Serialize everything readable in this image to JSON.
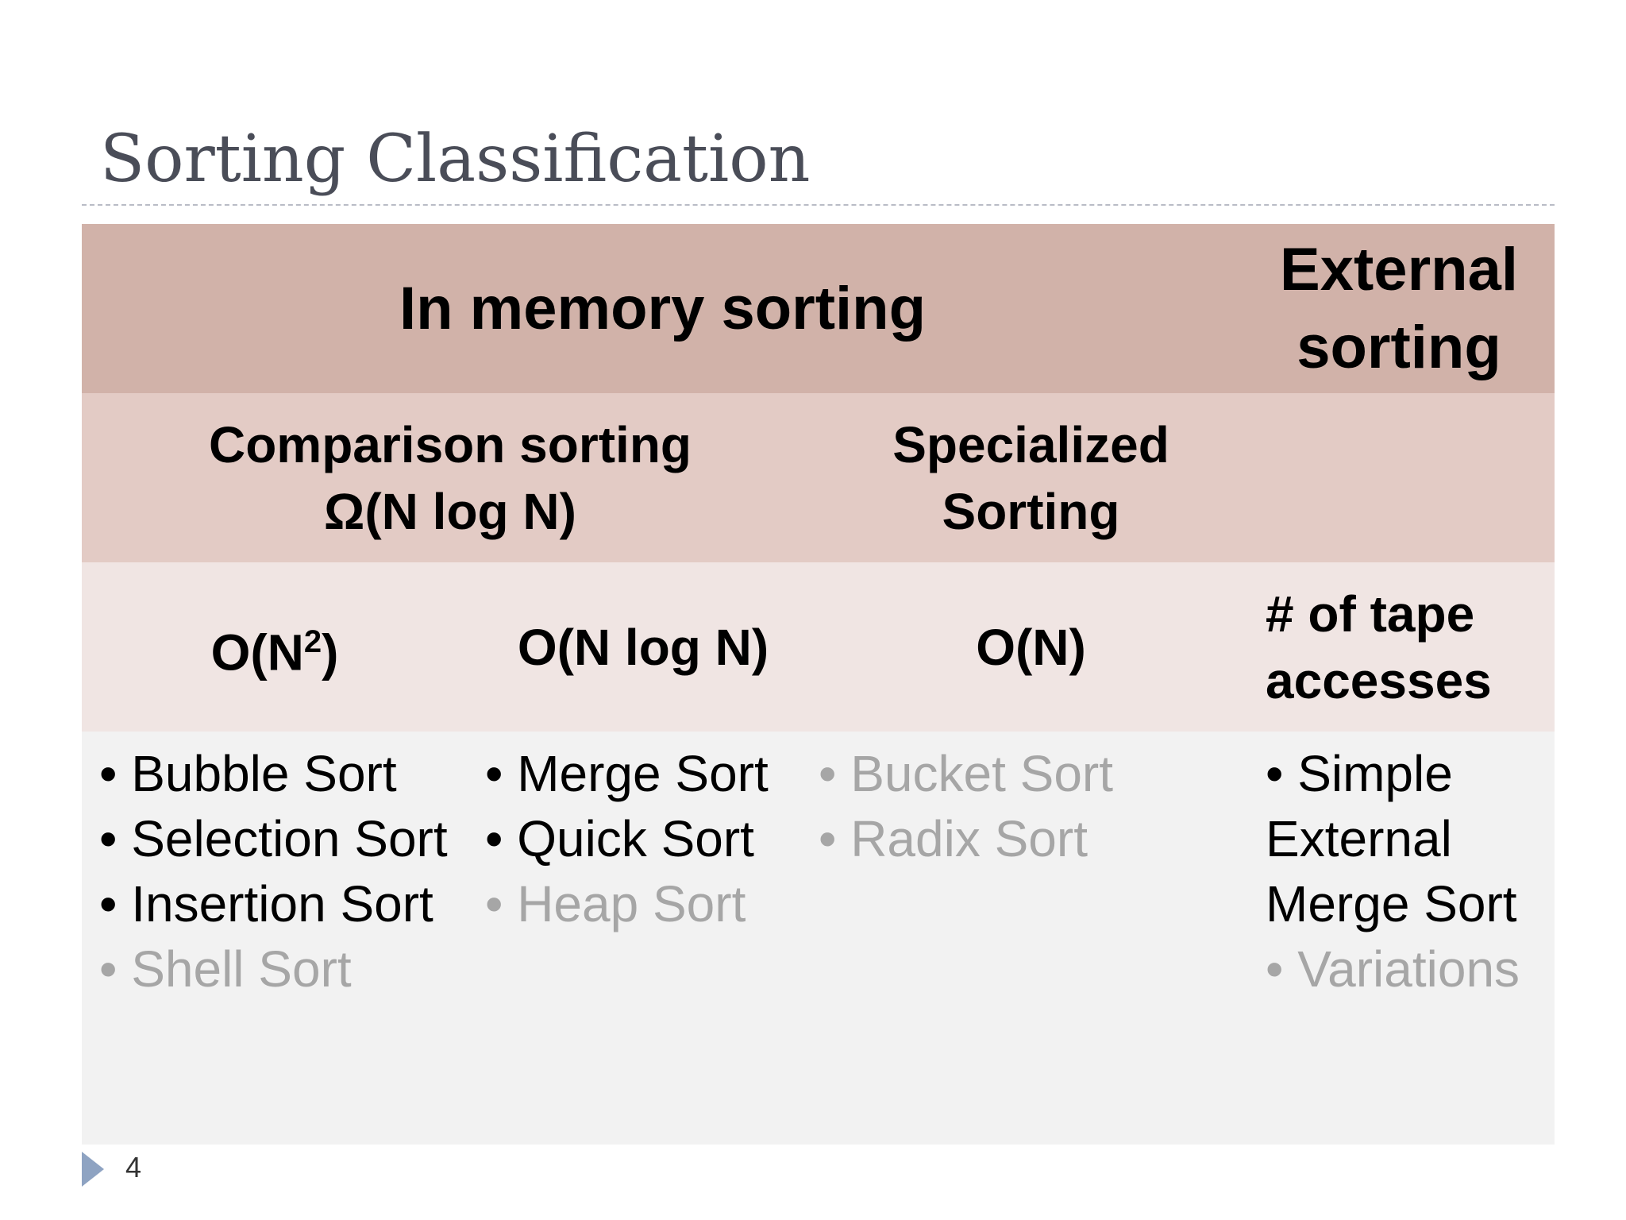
{
  "slide": {
    "title": "Sorting Classification",
    "page_number": "4"
  },
  "table": {
    "row1": {
      "in_memory": "In memory sorting",
      "external": "External sorting"
    },
    "row2": {
      "comparison": "Comparison sorting",
      "comparison_bound": "Ω(N log N)",
      "specialized": "Specialized Sorting"
    },
    "row3": {
      "quadratic_base": "O(N",
      "quadratic_exp": "2",
      "quadratic_close": ")",
      "nlogn": "O(N log N)",
      "linear": "O(N)",
      "tape": "# of tape accesses"
    },
    "col_quadratic": [
      {
        "text": "• Bubble Sort",
        "muted": false
      },
      {
        "text": "• Selection Sort",
        "muted": false
      },
      {
        "text": "• Insertion Sort",
        "muted": false
      },
      {
        "text": "• Shell Sort",
        "muted": true
      }
    ],
    "col_nlogn": [
      {
        "text": "• Merge Sort",
        "muted": false
      },
      {
        "text": "• Quick Sort",
        "muted": false
      },
      {
        "text": "• Heap Sort",
        "muted": true
      }
    ],
    "col_linear": [
      {
        "text": "• Bucket Sort",
        "muted": true
      },
      {
        "text": "• Radix Sort",
        "muted": true
      }
    ],
    "col_external": [
      {
        "text": "• Simple External Merge Sort",
        "muted": false
      },
      {
        "text": "• Variations",
        "muted": true
      }
    ]
  },
  "colors": {
    "row1_bg": "#d1b2a9",
    "row2_bg": "#e3cbc5",
    "row3_bg": "#f0e5e3",
    "row4_bg": "#f2f2f2",
    "muted_text": "#a6a6a6",
    "title_text": "#4a4d58",
    "footer_marker": "#8ea3c2"
  }
}
